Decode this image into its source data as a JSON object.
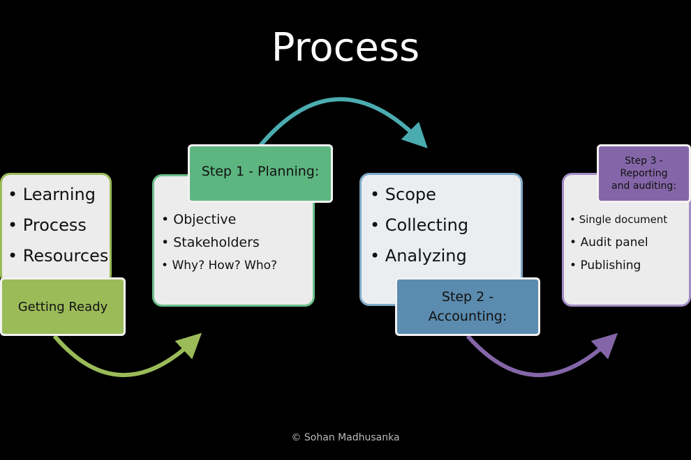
{
  "title": "Process",
  "stages": [
    {
      "label": "Getting Ready",
      "items": [
        "Learning",
        "Process",
        "Resources"
      ],
      "color": "#9bbb59"
    },
    {
      "label": "Step 1 - Planning:",
      "items": [
        "Objective",
        "Stakeholders",
        "Why? How? Who?"
      ],
      "color": "#5db580"
    },
    {
      "label_line1": "Step 2 -",
      "label_line2": "Accounting:",
      "items": [
        "Scope",
        "Collecting",
        "Analyzing"
      ],
      "color": "#5b8bae"
    },
    {
      "label_line1": "Step 3 - Reporting",
      "label_line2": "and auditing:",
      "items": [
        "Single document",
        "Audit panel",
        "Publishing"
      ],
      "color": "#8466a8"
    }
  ],
  "footer": "© Sohan Madhusanka"
}
